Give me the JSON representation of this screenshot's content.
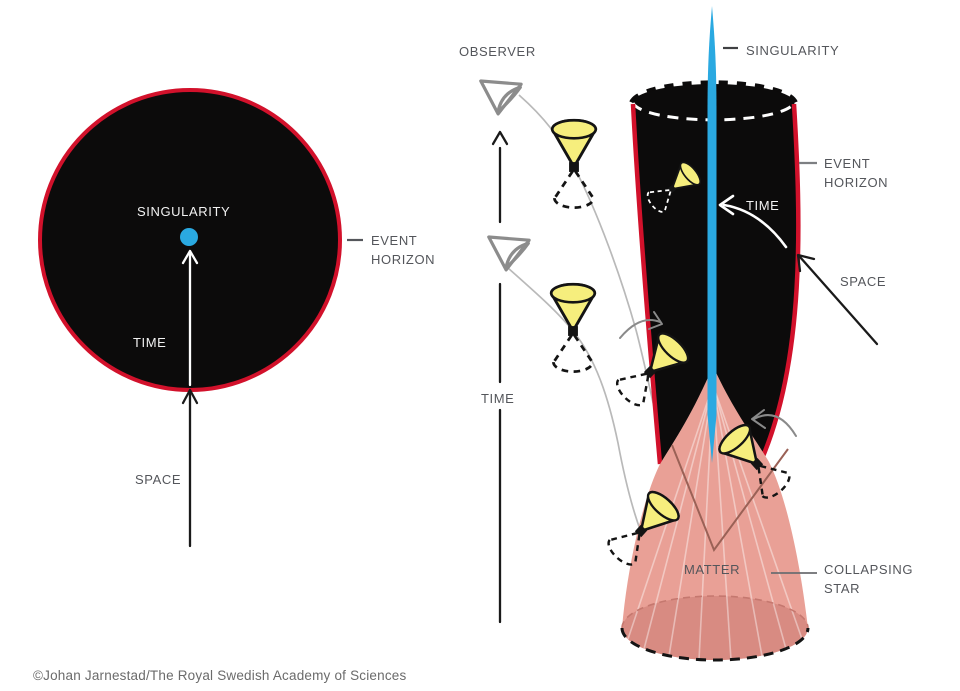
{
  "credit": "©Johan Jarnestad/The Royal Swedish Academy of Sciences",
  "colors": {
    "event_horizon_red": "#d2112b",
    "singularity_blue": "#2aa9e1",
    "light_cone_yellow": "#f6ee7d",
    "collapsing_star_pink": "#e9a096",
    "collapsing_star_base_pink": "#d88b82",
    "black_hole_black": "#0c0b0b",
    "label_gray": "#54565b"
  },
  "left_diagram": {
    "singularity_label": "SINGULARITY",
    "time_label": "TIME",
    "space_label": "SPACE",
    "event_horizon_line1": "EVENT",
    "event_horizon_line2": "HORIZON"
  },
  "right_diagram": {
    "observer_label": "OBSERVER",
    "singularity_label": "SINGULARITY",
    "event_horizon_line1": "EVENT",
    "event_horizon_line2": "HORIZON",
    "time_inner_label": "TIME",
    "space_label": "SPACE",
    "time_axis_label": "TIME",
    "matter_label": "MATTER",
    "collapsing_star_line1": "COLLAPSING",
    "collapsing_star_line2": "STAR"
  }
}
